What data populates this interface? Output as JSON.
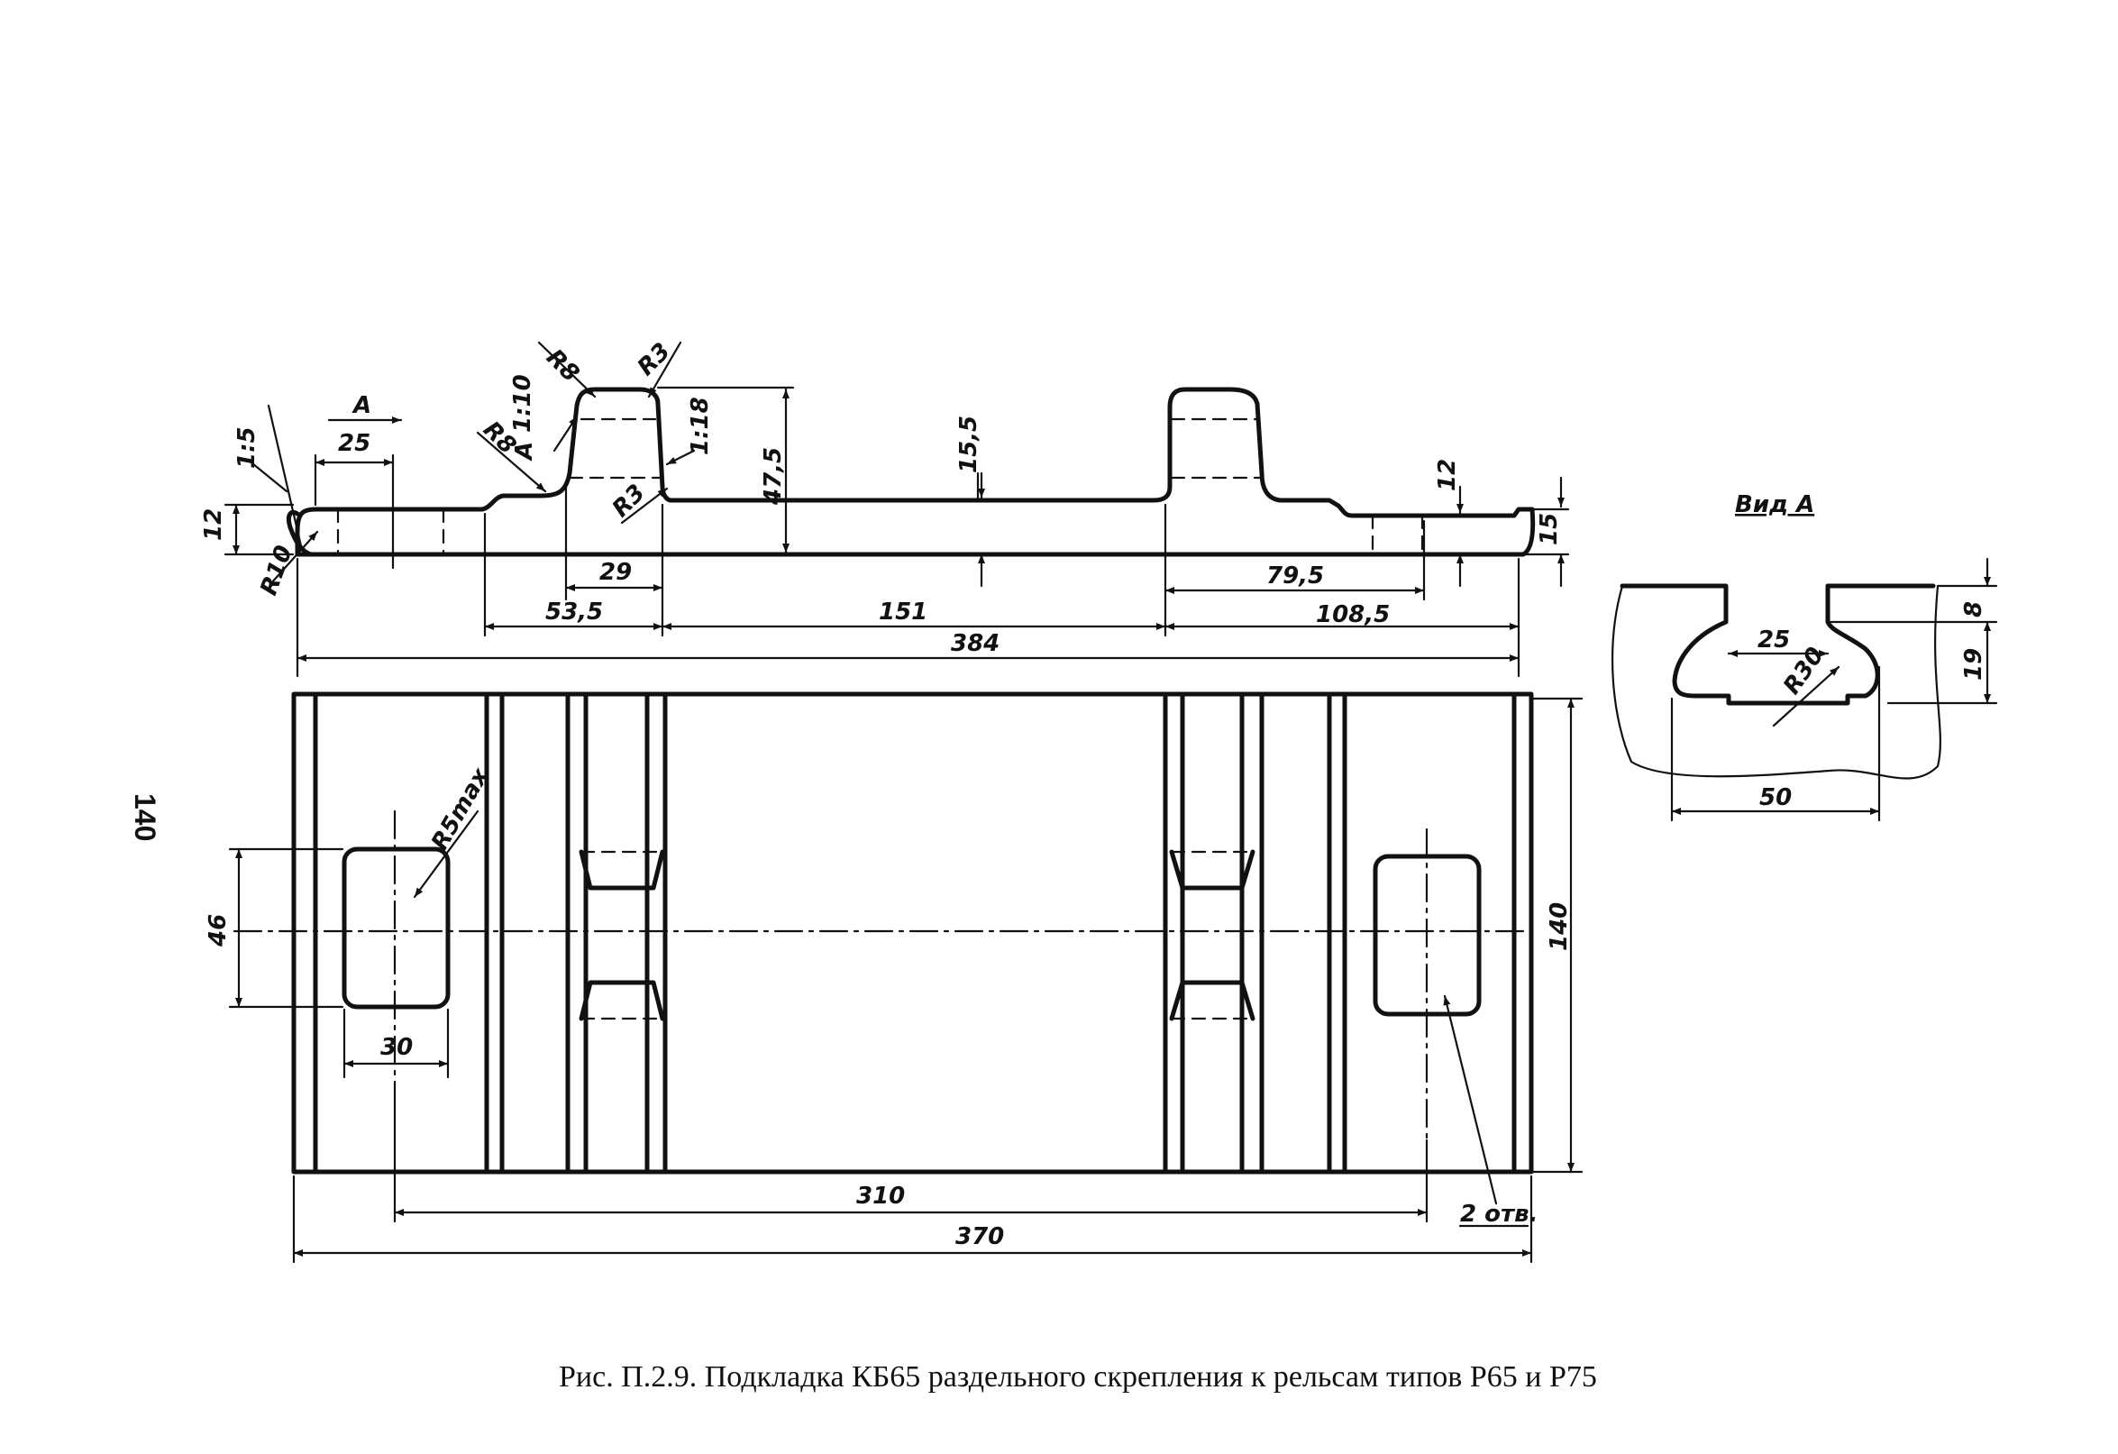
{
  "page_number": "140",
  "caption": "Рис. П.2.9. Подкладка КБ65 раздельного скрепления к рельсам типов Р65 и Р75",
  "view_a": {
    "title": "Вид А",
    "dims": {
      "w25": "25",
      "r30": "R30",
      "w50": "50",
      "h8": "8",
      "h19": "19"
    }
  },
  "profile_view": {
    "section_mark": "А",
    "dims": {
      "slope_1_5": "1:5",
      "w25": "25",
      "h12_left": "12",
      "r10": "R10",
      "r8_top": "R8",
      "r3_top": "R3",
      "slope_1_10": "1:10",
      "slope_1_10_mark": "А",
      "r8_side": "R8",
      "slope_1_18": "1:18",
      "r3_side": "R3",
      "h47_5": "47,5",
      "h15_5": "15,5",
      "h12_right": "12",
      "h15": "15",
      "w29": "29",
      "w53_5": "53,5",
      "w151": "151",
      "w79_5": "79,5",
      "w108_5": "108,5",
      "w384": "384"
    }
  },
  "plan_view": {
    "dims": {
      "r5max": "R5max",
      "h46": "46",
      "w30": "30",
      "h140": "140",
      "w310": "310",
      "w370": "370",
      "holes": "2 отв."
    }
  }
}
